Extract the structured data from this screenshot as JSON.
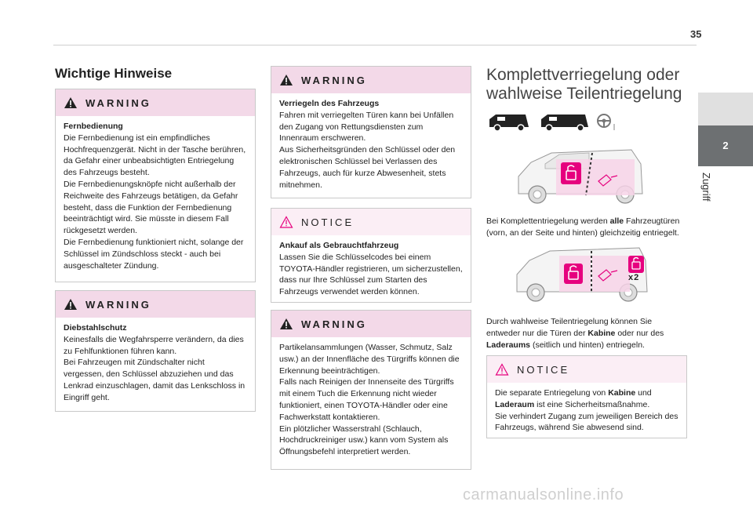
{
  "page": {
    "number": "35",
    "chapter_number": "2",
    "chapter_label": "Zugriff",
    "watermark": "carmanualsonline.info"
  },
  "col1": {
    "title": "Wichtige Hinweise",
    "warning1": {
      "label": "WARNING",
      "subtitle": "Fernbedienung",
      "text1": "Die Fernbedienung ist ein empfindliches Hochfrequenzgerät. Nicht in der Tasche berühren, da Gefahr einer unbeabsichtigten Entriegelung des Fahrzeugs besteht.",
      "text2": "Die Fernbedienungsknöpfe nicht außerhalb der Reichweite des Fahrzeugs betätigen, da Gefahr besteht, dass die Funktion der Fernbedienung beeinträchtigt wird. Sie müsste in diesem Fall rückgesetzt werden.",
      "text3": "Die Fernbedienung funktioniert nicht, solange der Schlüssel im Zündschloss steckt - auch bei ausgeschalteter Zündung."
    },
    "warning2": {
      "label": "WARNING",
      "subtitle": "Diebstahlschutz",
      "text1": "Keinesfalls die Wegfahrsperre verändern, da dies zu Fehlfunktionen führen kann.",
      "text2": "Bei Fahrzeugen mit Zündschalter nicht vergessen, den Schlüssel abzuziehen und das Lenkrad einzuschlagen, damit das Lenkschloss in Eingriff geht."
    }
  },
  "col2": {
    "warning1": {
      "label": "WARNING",
      "subtitle": "Verriegeln des Fahrzeugs",
      "text1": "Fahren mit verriegelten Türen kann bei Unfällen den Zugang von Rettungsdiensten zum Innenraum erschweren.",
      "text2": "Aus Sicherheitsgründen den Schlüssel oder den elektronischen Schlüssel bei Verlassen des Fahrzeugs, auch für kurze Abwesenheit, stets mitnehmen."
    },
    "notice1": {
      "label": "NOTICE",
      "subtitle": "Ankauf als Gebrauchtfahrzeug",
      "text1": "Lassen Sie die Schlüsselcodes bei einem TOYOTA-Händler registrieren, um sicherzustellen, dass nur Ihre Schlüssel zum Starten des Fahrzeugs verwendet werden können."
    },
    "warning2": {
      "label": "WARNING",
      "text1": "Partikelansammlungen (Wasser, Schmutz, Salz usw.) an der Innenfläche des Türgriffs können die Erkennung beeinträchtigen.",
      "text2": "Falls nach Reinigen der Innenseite des Türgriffs mit einem Tuch die Erkennung nicht wieder funktioniert, einen TOYOTA-Händler oder eine Fachwerkstatt kontaktieren.",
      "text3": "Ein plötzlicher Wasserstrahl (Schlauch, Hochdruckreiniger usw.) kann vom System als Öffnungsbefehl interpretiert werden."
    }
  },
  "col3": {
    "title": "Komplettverriegelung oder wahlweise Teilentriegelung",
    "para1": {
      "pre": "Bei Komplettentriegelung werden ",
      "bold": "alle",
      "post": " Fahrzeugtüren (vorn, an der Seite und hinten) gleichzeitig entriegelt."
    },
    "para2": {
      "pre": "Durch wahlweise Teilentriegelung können Sie entweder nur die Türen der ",
      "bold1": "Kabine",
      "mid": " oder nur des ",
      "bold2": "Laderaums",
      "post": " (seitlich und hinten) entriegeln."
    },
    "x2_label": "x2",
    "notice": {
      "label": "NOTICE",
      "pre": "Die separate Entriegelung von ",
      "bold1": "Kabine",
      "mid": " und ",
      "bold2": "Laderaum",
      "post": " ist eine Sicherheitsmaßnahme.",
      "text2": "Sie verhindert Zugang zum jeweiligen Bereich des Fahrzeugs, während Sie abwesend sind."
    }
  },
  "colors": {
    "warning_header": "#f3d9e8",
    "notice_header": "#fbeef5",
    "accent_pink": "#e6007e",
    "tab": "#6d7072"
  }
}
